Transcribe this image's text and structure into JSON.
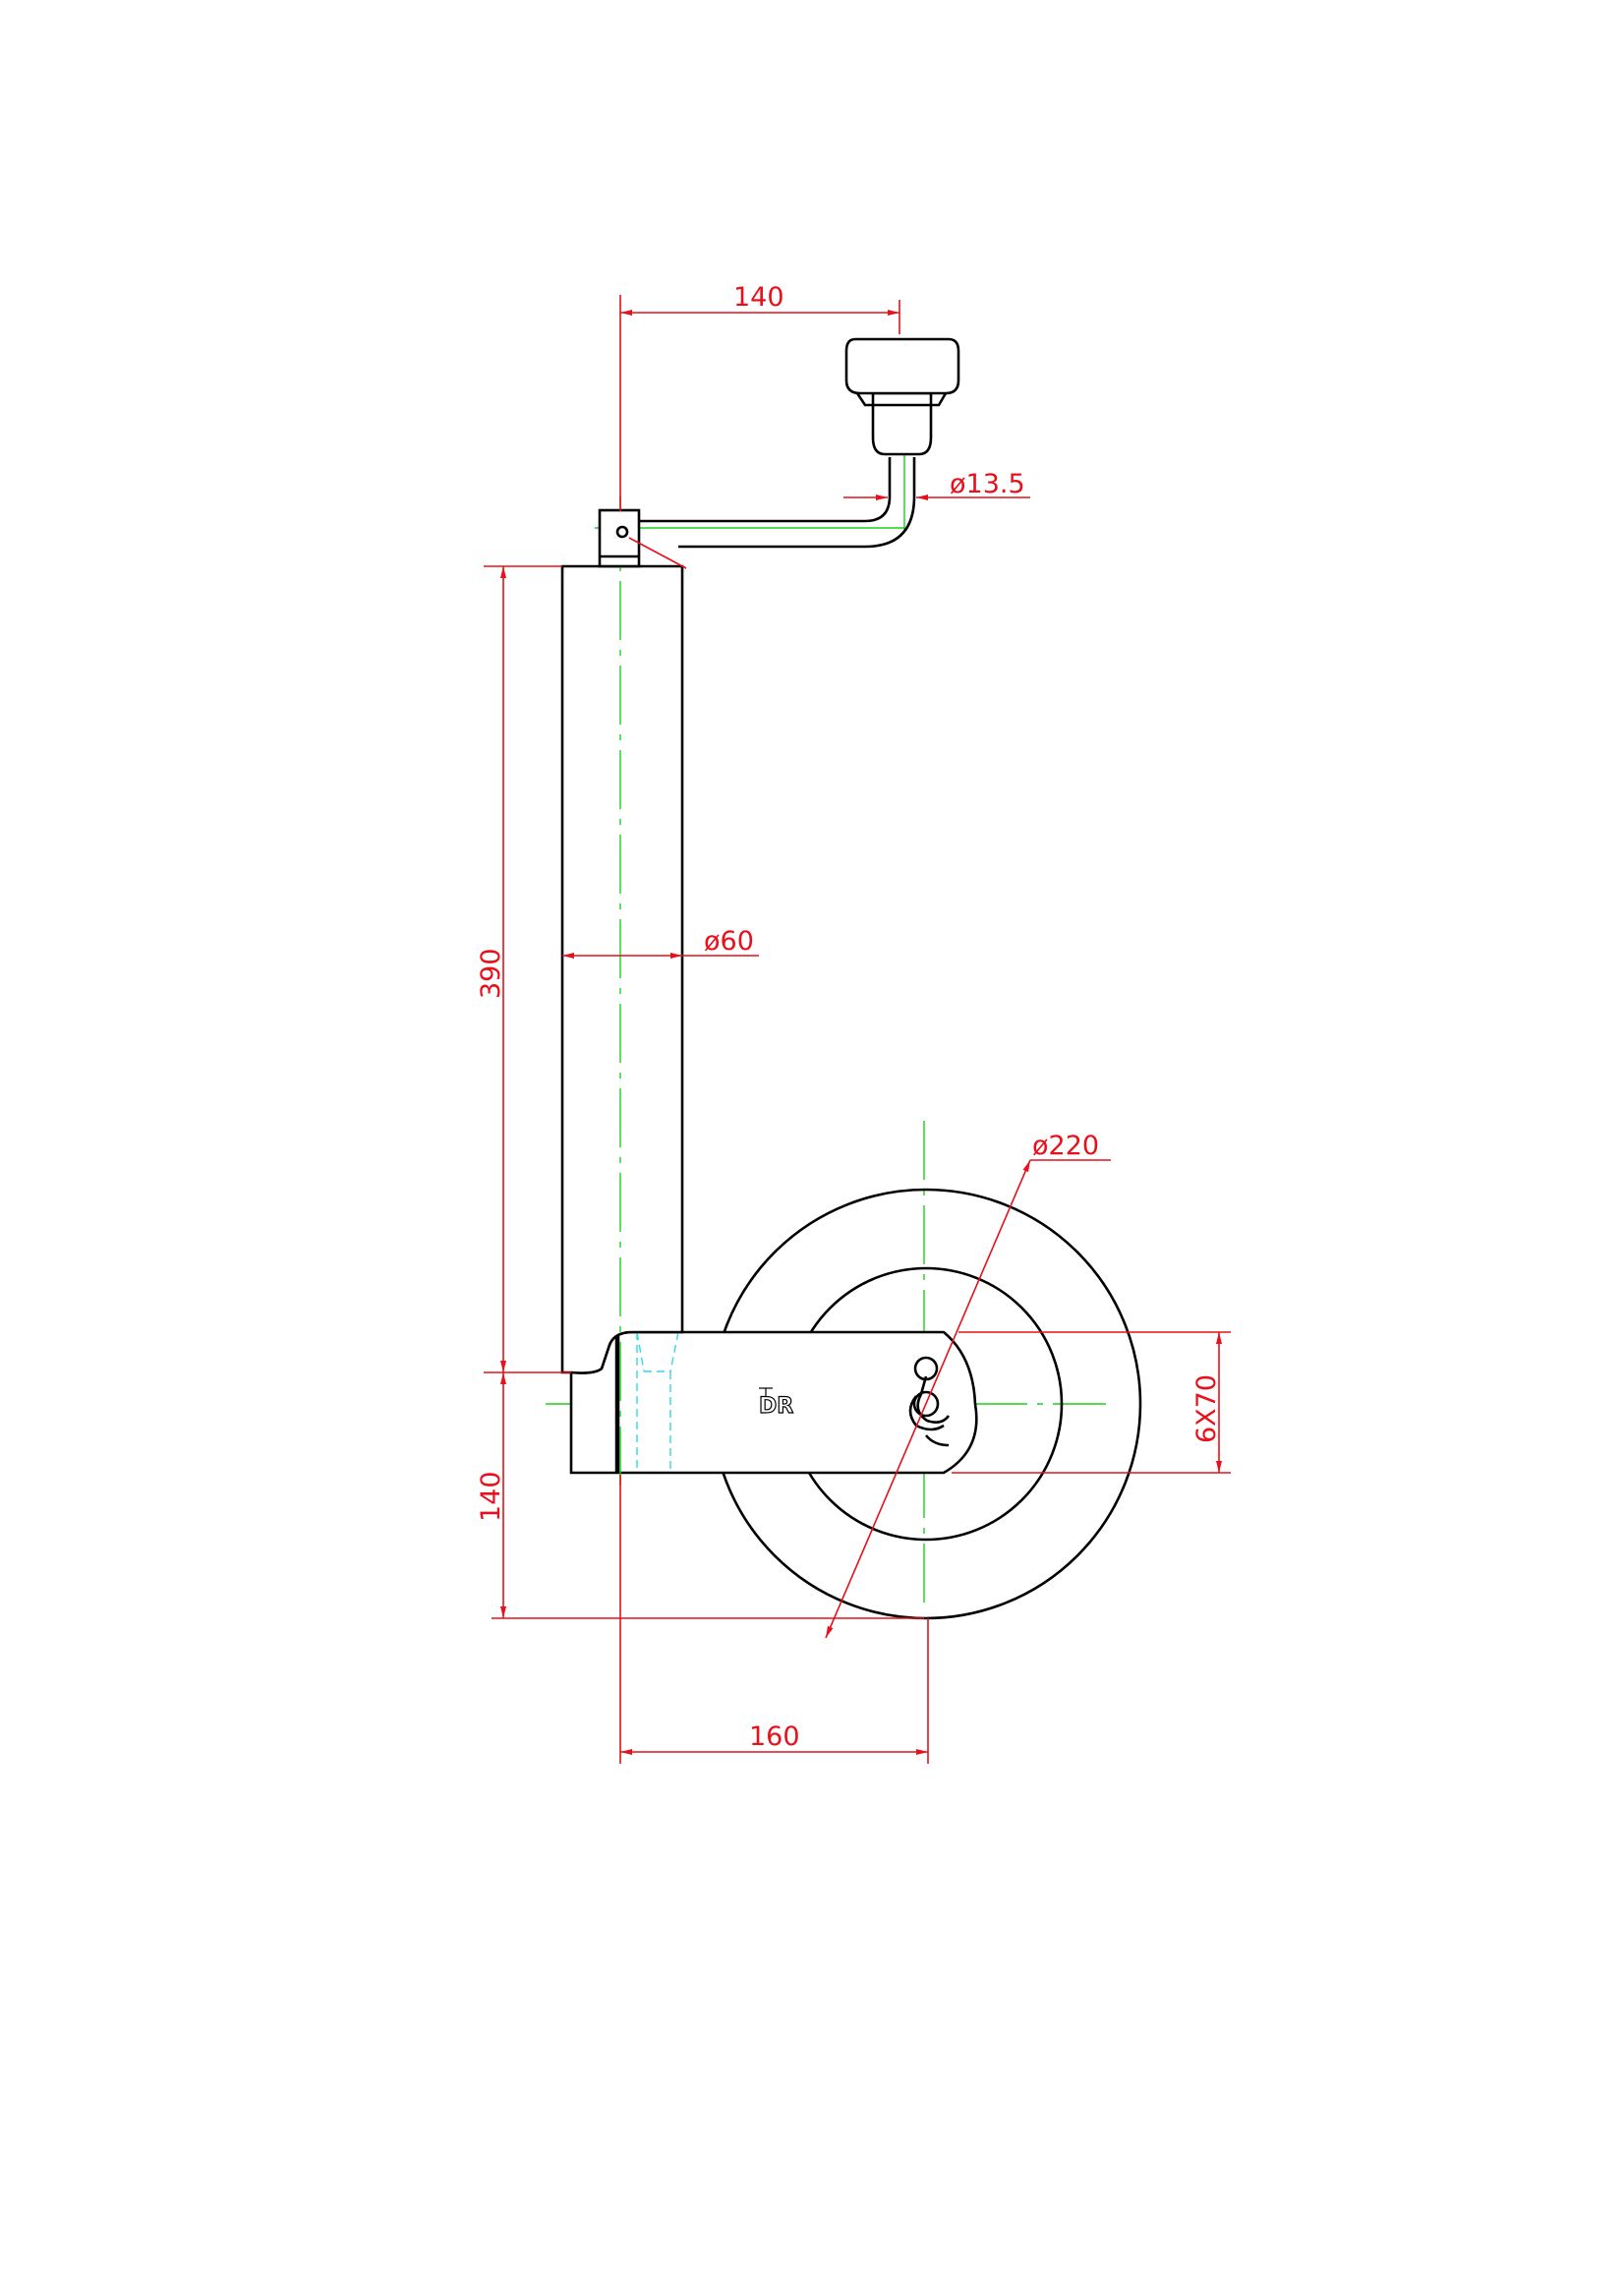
{
  "colors": {
    "outline": "#000000",
    "dimension": "#e8101a",
    "centerline": "#19d219",
    "hidden_line": "#37d7e6",
    "background": "#ffffff"
  },
  "dimensions": {
    "crank_offset": "140",
    "handle_diameter": "ø13.5",
    "tube_diameter": "ø60",
    "tube_height": "390",
    "wheel_diameter": "ø220",
    "wheel_width": "6X70",
    "bracket_height": "140",
    "wheel_offset": "160"
  },
  "logo_text": "DR"
}
